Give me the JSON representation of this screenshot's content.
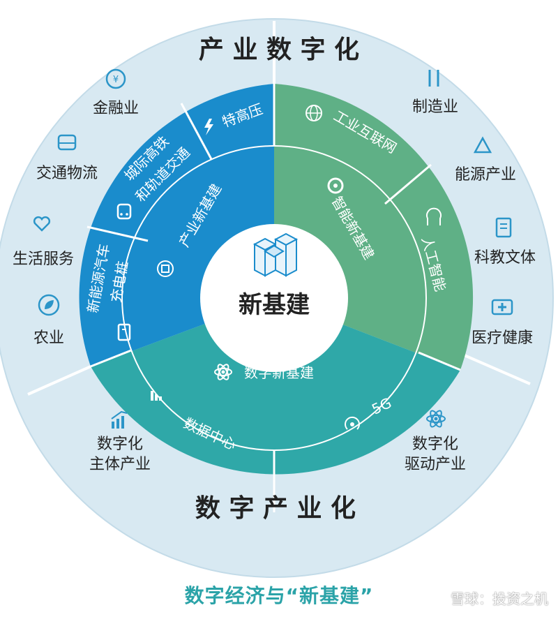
{
  "center": {
    "title": "新基建"
  },
  "outer_titles": {
    "top": "产 业 数 字 化",
    "bottom": "数 字 产 业 化"
  },
  "rings": {
    "industrial": {
      "label": "产业新基建",
      "segments": [
        "特高压",
        "城际高铁",
        "和轨道交通",
        "新能源汽车",
        "充电桩"
      ]
    },
    "smart": {
      "label": "智能新基建",
      "segments": [
        "工业互联网",
        "人工智能"
      ]
    },
    "digital": {
      "label": "数字新基建",
      "segments": [
        "数据中心",
        "5G"
      ]
    }
  },
  "outer_left": [
    "金融业",
    "交通物流",
    "生活服务",
    "农业"
  ],
  "outer_right": [
    "制造业",
    "能源产业",
    "科教文体",
    "医疗健康"
  ],
  "bottom_left": [
    "数字化",
    "主体产业"
  ],
  "bottom_right": [
    "数字化",
    "驱动产业"
  ],
  "footer": {
    "title": "数字经济与“新基建”",
    "watermark": "雪球：投资之机"
  },
  "colors": {
    "outer": "#d8e9f2",
    "blue": "#1a8ccc",
    "green": "#5fb086",
    "teal": "#2fa8a8",
    "center": "#ffffff",
    "accent_text": "#2ba3a8"
  }
}
